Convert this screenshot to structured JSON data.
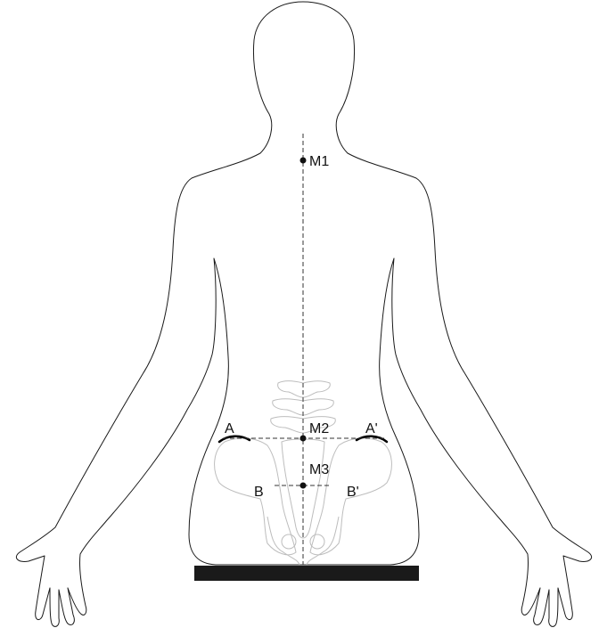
{
  "labels": {
    "m1": "M1",
    "m2": "M2",
    "m3": "M3",
    "a": "A",
    "a_prime": "A'",
    "b": "B",
    "b_prime": "B'"
  },
  "colors": {
    "outline": "#1a1a1a",
    "bone": "#bdbdbd",
    "base": "#1a1a1a"
  }
}
